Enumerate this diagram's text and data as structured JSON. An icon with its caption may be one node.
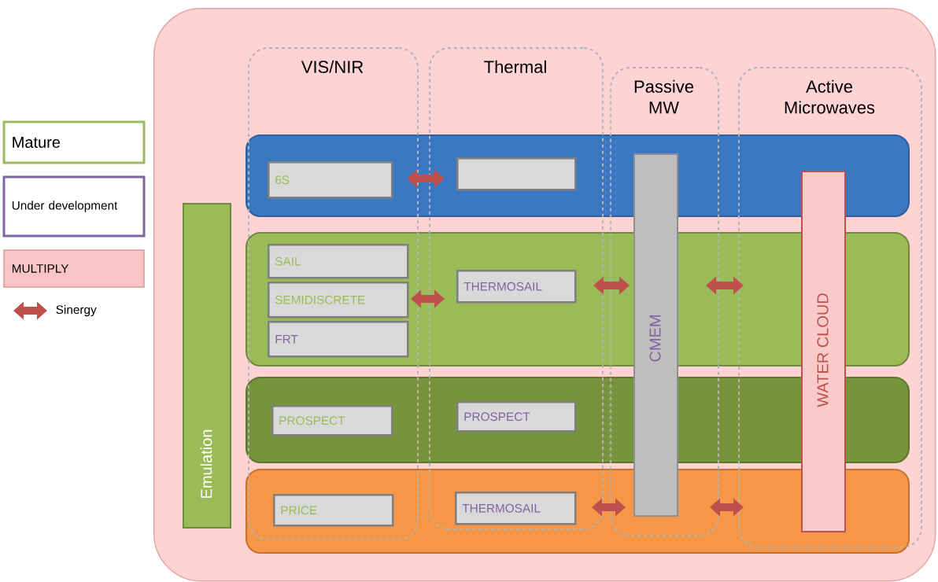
{
  "diagram": {
    "nodes": [
      {
        "text": [],
        "shape": "box"
      },
      {
        "text": [
          "VIS/NIR"
        ],
        "in": 0
      },
      {
        "text": [
          "Thermal"
        ],
        "in": 0
      },
      {
        "text": [
          "Passive MW"
        ],
        "in": 0
      },
      {
        "text": [
          "Active Microwaves"
        ],
        "in": 0
      },
      {
        "text": [
          "6S"
        ],
        "in": 1
      },
      {
        "text": [],
        "shape": "box",
        "in": 2
      },
      {
        "text": [
          "SAIL"
        ],
        "in": 1
      },
      {
        "text": [
          "SEMIDISCRETE"
        ],
        "in": 1
      },
      {
        "text": [
          "FRT"
        ],
        "in": 1
      },
      {
        "text": [
          "THERMOSAIL"
        ],
        "in": 2
      },
      {
        "text": [
          "PROSPECT"
        ],
        "in": 1
      },
      {
        "text": [
          "PROSPECT"
        ],
        "in": 2
      },
      {
        "text": [
          "PRICE"
        ],
        "in": 1
      },
      {
        "text": [
          "THERMOSAIL"
        ],
        "in": 2
      },
      {
        "text": [
          "CMEM"
        ],
        "in": 3
      },
      {
        "text": [
          "WATER CLOUD"
        ],
        "in": 4
      },
      {
        "text": [
          "Emulation"
        ],
        "in": 0
      }
    ],
    "edges": [
      {
        "from": 1,
        "to": 2,
        "arrow": "both"
      },
      {
        "from": 1,
        "to": 2,
        "arrow": "both"
      },
      {
        "from": 2,
        "to": 3,
        "arrow": "both"
      },
      {
        "from": 3,
        "to": 4,
        "arrow": "both"
      },
      {
        "from": 2,
        "to": 3,
        "arrow": "both"
      },
      {
        "from": 3,
        "to": 4,
        "arrow": "both"
      }
    ],
    "legend": [
      {
        "text": "Mature",
        "color": "#9bbb59"
      },
      {
        "text": "Under development",
        "color": "#8064a2"
      },
      {
        "text": "MULTIPLY",
        "color": "#f9c4c4"
      },
      {
        "text": "Sinergy"
      }
    ]
  }
}
